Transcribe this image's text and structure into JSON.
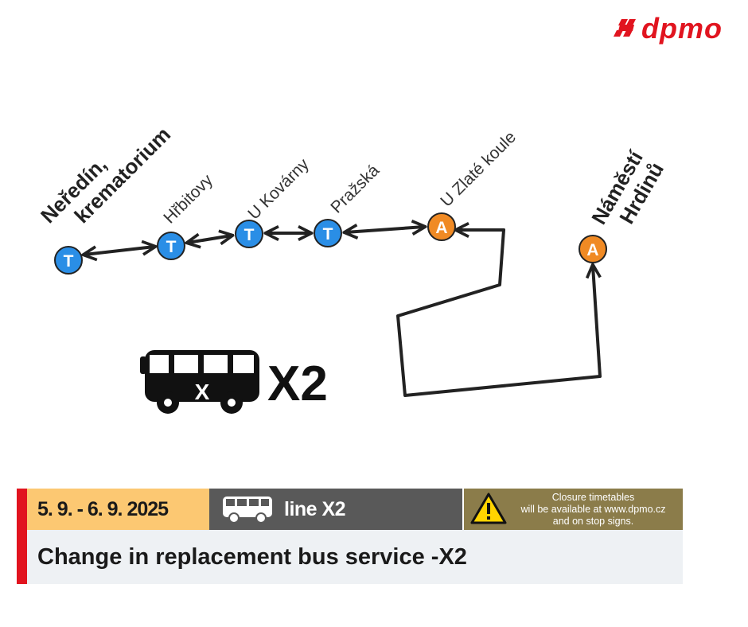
{
  "logo": {
    "text": "dpmo",
    "color": "#e1141f"
  },
  "route": {
    "stops": [
      {
        "name_lines": [
          "Neředín,",
          "krematorium"
        ],
        "marker": "T",
        "emphasis": true
      },
      {
        "name_lines": [
          "Hřbitovy"
        ],
        "marker": "T",
        "emphasis": false
      },
      {
        "name_lines": [
          "U Kovárny"
        ],
        "marker": "T",
        "emphasis": false
      },
      {
        "name_lines": [
          "Pražská"
        ],
        "marker": "T",
        "emphasis": false
      },
      {
        "name_lines": [
          "U Zlaté koule"
        ],
        "marker": "A",
        "emphasis": false
      },
      {
        "name_lines": [
          "Náměstí",
          "Hrdinů"
        ],
        "marker": "A",
        "emphasis": true
      }
    ],
    "marker_colors": {
      "T": "#2a8ee6",
      "A": "#f08a24"
    },
    "line_name": "X2",
    "bus_icon_letter": "X"
  },
  "banner": {
    "date": "5. 9. - 6. 9. 2025",
    "line_label": "line X2",
    "notice": {
      "line1": "Closure timetables",
      "line2": "will be available at www.dpmo.cz",
      "line3": "and on stop signs."
    },
    "title": "Change in replacement bus service -X2",
    "colors": {
      "accent_red": "#e1141f",
      "date_bg": "#fcc872",
      "line_bg": "#595959",
      "notice_bg": "#8b7c4a",
      "title_bg": "#eef1f4"
    }
  },
  "icons": [
    "dpmo-logo-icon",
    "bus-icon",
    "warning-icon"
  ]
}
